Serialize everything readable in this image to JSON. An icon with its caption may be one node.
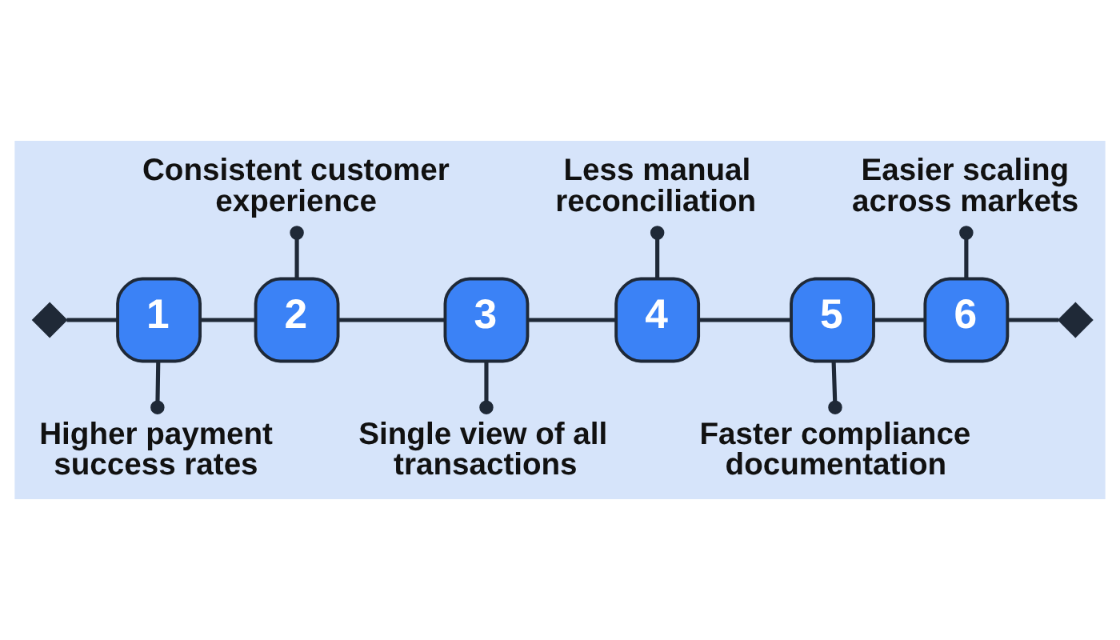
{
  "diagram": {
    "nodes": [
      {
        "text": [],
        "shape": "diamond"
      },
      {
        "text": [
          "1"
        ]
      },
      {
        "text": [
          "2"
        ]
      },
      {
        "text": [
          "3"
        ]
      },
      {
        "text": [
          "4"
        ]
      },
      {
        "text": [
          "5"
        ]
      },
      {
        "text": [
          "6"
        ]
      },
      {
        "text": [],
        "shape": "diamond"
      },
      {
        "text": [
          "Consistent customer experience"
        ]
      },
      {
        "text": [
          "Less manual reconciliation"
        ]
      },
      {
        "text": [
          "Easier scaling across markets"
        ]
      },
      {
        "text": [
          "Higher payment success rates"
        ]
      },
      {
        "text": [
          "Single view of all transactions"
        ]
      },
      {
        "text": [
          "Faster compliance documentation"
        ]
      }
    ],
    "edges": [
      {
        "from": 0,
        "to": 1,
        "arrow": "none"
      },
      {
        "from": 1,
        "to": 2,
        "arrow": "none"
      },
      {
        "from": 2,
        "to": 3,
        "arrow": "none"
      },
      {
        "from": 3,
        "to": 4,
        "arrow": "none"
      },
      {
        "from": 4,
        "to": 5,
        "arrow": "none"
      },
      {
        "from": 5,
        "to": 6,
        "arrow": "none"
      },
      {
        "from": 6,
        "to": 7,
        "arrow": "none"
      },
      {
        "from": 8,
        "to": 2,
        "arrow": "other"
      },
      {
        "from": 9,
        "to": 4,
        "arrow": "other"
      },
      {
        "from": 10,
        "to": 6,
        "arrow": "other"
      },
      {
        "from": 11,
        "to": 1,
        "arrow": "other"
      },
      {
        "from": 12,
        "to": 3,
        "arrow": "other"
      },
      {
        "from": 13,
        "to": 5,
        "arrow": "other"
      }
    ]
  }
}
